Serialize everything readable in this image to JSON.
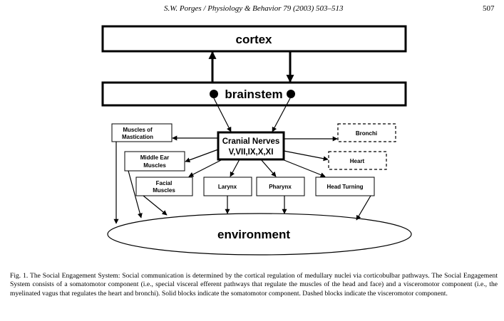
{
  "header": {
    "running_title": "S.W. Porges / Physiology & Behavior 79 (2003) 503–513",
    "page_number": "507"
  },
  "figure": {
    "cortex": "cortex",
    "brainstem": "brainstem",
    "cranial_nerves_line1": "Cranial Nerves",
    "cranial_nerves_line2": "V,VII,IX,X,XI",
    "muscles_of_mastication_line1": "Muscles of",
    "muscles_of_mastication_line2": "Mastication",
    "middle_ear_line1": "Middle Ear",
    "middle_ear_line2": "Muscles",
    "facial_line1": "Facial",
    "facial_line2": "Muscles",
    "larynx": "Larynx",
    "pharynx": "Pharynx",
    "head_turning": "Head Turning",
    "bronchi": "Bronchi",
    "heart": "Heart",
    "environment": "environment"
  },
  "caption": "Fig. 1. The Social Engagement System: Social communication is determined by the cortical regulation of medullary nuclei via corticobulbar pathways. The Social Engagement System consists of a somatomotor component (i.e., special visceral efferent pathways that regulate the muscles of the head and face) and a visceromotor component (i.e., the myelinated vagus that regulates the heart and bronchi). Solid blocks indicate the somatomotor component. Dashed blocks indicate the visceromotor component."
}
